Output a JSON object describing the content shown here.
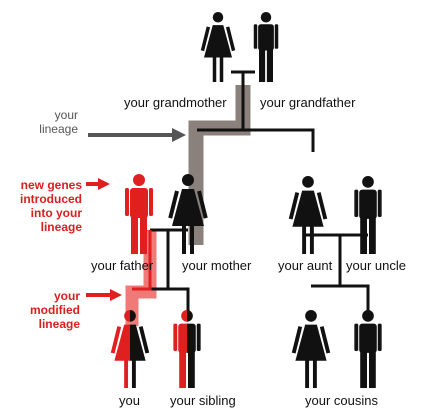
{
  "colors": {
    "black": "#111111",
    "red": "#e0201f",
    "lineage_gray": "#8a817c",
    "modified_red": "#f07a78",
    "annotation_gray": "#555555",
    "annotation_red": "#d9201f"
  },
  "labels": {
    "grandmother": "your grandmother",
    "grandfather": "your grandfather",
    "father": "your father",
    "mother": "your mother",
    "aunt": "your aunt",
    "uncle": "your uncle",
    "you": "you",
    "sibling": "your sibling",
    "cousins": "your cousins"
  },
  "annotations": {
    "lineage": "your lineage",
    "new_genes": "new genes introduced into your lineage",
    "modified_lineage": "your modified lineage"
  },
  "icons": {
    "grandmother": "female-figure-icon",
    "grandfather": "male-figure-icon",
    "father": "male-figure-icon",
    "mother": "female-figure-icon",
    "aunt": "female-figure-icon",
    "uncle": "male-figure-icon",
    "you": "female-figure-icon",
    "sibling": "male-figure-icon",
    "cousin_female": "female-figure-icon",
    "cousin_male": "male-figure-icon",
    "arrow": "arrow-right-icon"
  }
}
